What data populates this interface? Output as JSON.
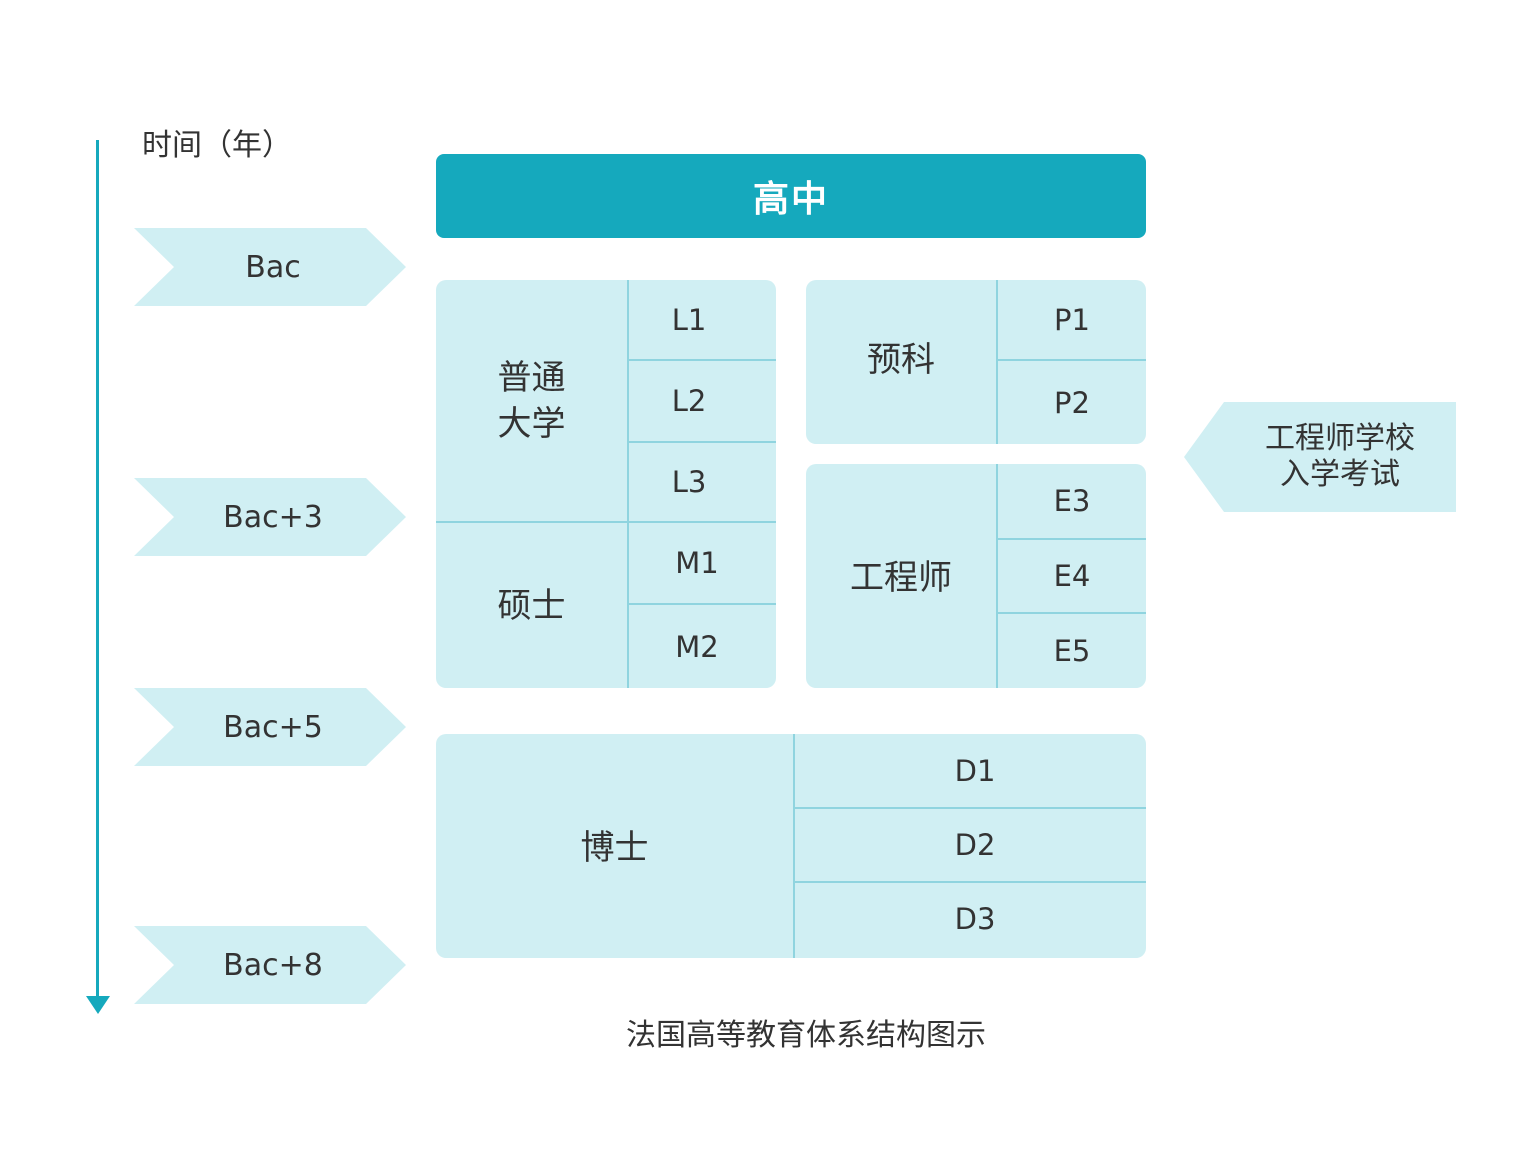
{
  "timeline": {
    "title": "时间（年）",
    "markers": [
      "Bac",
      "Bac+3",
      "Bac+5",
      "Bac+8"
    ]
  },
  "high_school": "高中",
  "university": {
    "label": "普通\n大学",
    "years": [
      "L1",
      "L2",
      "L3"
    ]
  },
  "master": {
    "label": "硕士",
    "years": [
      "M1",
      "M2"
    ]
  },
  "prep": {
    "label": "预科",
    "years": [
      "P1",
      "P2"
    ]
  },
  "engineer": {
    "label": "工程师",
    "years": [
      "E3",
      "E4",
      "E5"
    ]
  },
  "doctorate": {
    "label": "博士",
    "years": [
      "D1",
      "D2",
      "D3"
    ]
  },
  "exam": {
    "label": "工程师学校\n入学考试"
  },
  "caption": "法国高等教育体系结构图示",
  "colors": {
    "accent": "#15a9bd",
    "box_fill": "#d0eff3",
    "divider": "#8fd4df",
    "text": "#333333"
  }
}
